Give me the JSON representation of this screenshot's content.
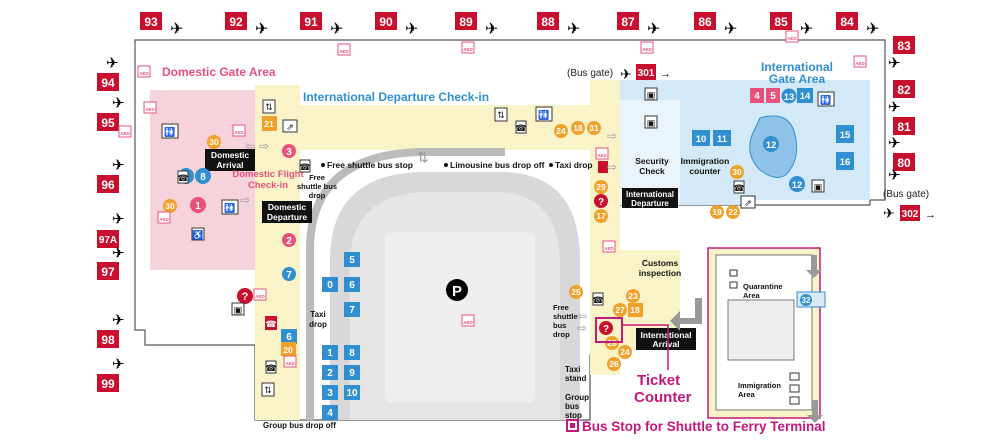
{
  "colors": {
    "gate_red": "#c8102e",
    "intl_blue": "#2f8fd1",
    "domestic_pink": "#e8517a",
    "accent_magenta": "#c2187d",
    "orange": "#f0a12a",
    "dark_navy": "#1a1a2e"
  },
  "labels": {
    "domestic_gate_area": "Domestic Gate Area",
    "intl_gate_area_1": "International",
    "intl_gate_area_2": "Gate Area",
    "intl_departure_checkin": "International Departure Check-in",
    "domestic_arrival_1": "Domestic",
    "domestic_arrival_2": "Arrival",
    "domestic_flight_checkin_1": "Domestic Flight",
    "domestic_flight_checkin_2": "Check-in",
    "domestic_departure_1": "Domestic",
    "domestic_departure_2": "Departure",
    "free_shuttle_stop": "Free shuttle bus stop",
    "limousine_dropoff": "Limousine bus drop off",
    "taxi_drop_top": "Taxi drop",
    "free_shuttle_drop_left_1": "Free",
    "free_shuttle_drop_left_2": "shuttle bus",
    "free_shuttle_drop_left_3": "drop",
    "taxi_drop_left_1": "Taxi",
    "taxi_drop_left_2": "drop",
    "security_check_1": "Security",
    "security_check_2": "Check",
    "immigration_counter_1": "Immigration",
    "immigration_counter_2": "counter",
    "international_departure_1": "International",
    "international_departure_2": "Departure",
    "customs_inspection_1": "Customs",
    "customs_inspection_2": "inspection",
    "international_arrival_1": "International",
    "international_arrival_2": "Arrival",
    "free_shuttle_drop_right_1": "Free",
    "free_shuttle_drop_right_2": "shuttle",
    "free_shuttle_drop_right_3": "bus",
    "free_shuttle_drop_right_4": "drop",
    "taxi_stand_1": "Taxi",
    "taxi_stand_2": "stand",
    "group_bus_stop_1": "Group",
    "group_bus_stop_2": "bus",
    "group_bus_stop_3": "stop",
    "group_bus_dropoff": "Group bus drop off",
    "bus_gate_top": "(Bus gate)",
    "bus_gate_right": "(Bus gate)",
    "quarantine_area_1": "Quarantine",
    "quarantine_area_2": "Area",
    "immigration_area_1": "Immigration",
    "immigration_area_2": "Area",
    "ticket_counter_1": "Ticket",
    "ticket_counter_2": "Counter",
    "bus_stop_legend": "Bus Stop for Shuttle to Ferry Terminal",
    "parking": "P",
    "aed": "AED"
  },
  "gates_top": [
    "93",
    "92",
    "91",
    "90",
    "89",
    "88",
    "87",
    "86",
    "85",
    "84"
  ],
  "gates_left": [
    "94",
    "95",
    "96",
    "97A",
    "97",
    "98",
    "99"
  ],
  "gates_right": [
    "83",
    "82",
    "81",
    "80"
  ],
  "bus_gates": [
    "301",
    "302"
  ],
  "intl_numbers_pink": [
    "4",
    "5"
  ],
  "intl_numbers_blue": [
    "13",
    "14",
    "10",
    "11",
    "12",
    "15",
    "16",
    "12"
  ],
  "domestic_pink_numbers": [
    "1",
    "2",
    "3"
  ],
  "domestic_blue_numbers": [
    "9",
    "8",
    "7",
    "6"
  ],
  "orange_numbers": [
    "30",
    "21",
    "20",
    "30",
    "24",
    "18",
    "31",
    "29",
    "17",
    "19",
    "22",
    "30",
    "25",
    "27",
    "18",
    "23",
    "28",
    "24",
    "26"
  ],
  "parking_slots_top": [
    "5",
    "6",
    "0",
    "7"
  ],
  "parking_slots_bottom": [
    "1",
    "8",
    "2",
    "9",
    "3",
    "10",
    "4"
  ],
  "quarantine_gate": "32"
}
